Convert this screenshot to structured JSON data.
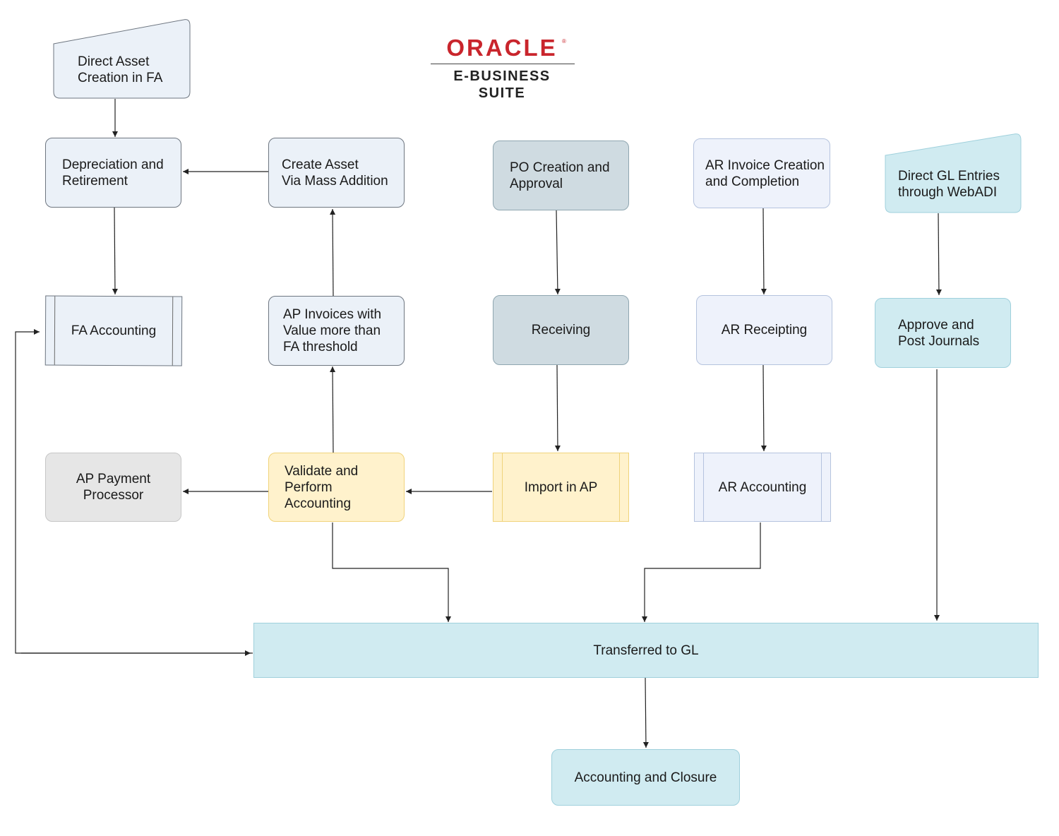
{
  "logo": {
    "brand": "ORACLE",
    "registered_mark": "®",
    "product": "E-BUSINESS SUITE",
    "brand_color": "#c9252c"
  },
  "nodes": {
    "direct_asset": "Direct Asset\nCreation in FA",
    "depreciation": "Depreciation and\nRetirement",
    "create_asset": "Create Asset\nVia Mass Addition",
    "po_creation": "PO Creation and\nApproval",
    "ar_invoice": "AR Invoice Creation\nand Completion",
    "direct_gl": "Direct GL Entries\nthrough WebADI",
    "fa_accounting": "FA Accounting",
    "ap_invoices": "AP Invoices with\nValue more than\nFA threshold",
    "receiving": "Receiving",
    "ar_receipting": "AR Receipting",
    "approve_post": "Approve and\nPost Journals",
    "ap_payment": "AP Payment\nProcessor",
    "validate": "Validate and\nPerform\nAccounting",
    "import_ap": "Import in AP",
    "ar_accounting": "AR Accounting",
    "transferred_gl": "Transferred to GL",
    "accounting_closure": "Accounting and Closure"
  },
  "colors": {
    "default_fill": "#ebf1f8",
    "po_fill": "#cfdbe1",
    "ap_fill": "#fff2cc",
    "payment_fill": "#e6e6e6",
    "gl_fill": "#d0ebf1",
    "ar_fill": "#eef2fb",
    "connector": "#222222"
  }
}
